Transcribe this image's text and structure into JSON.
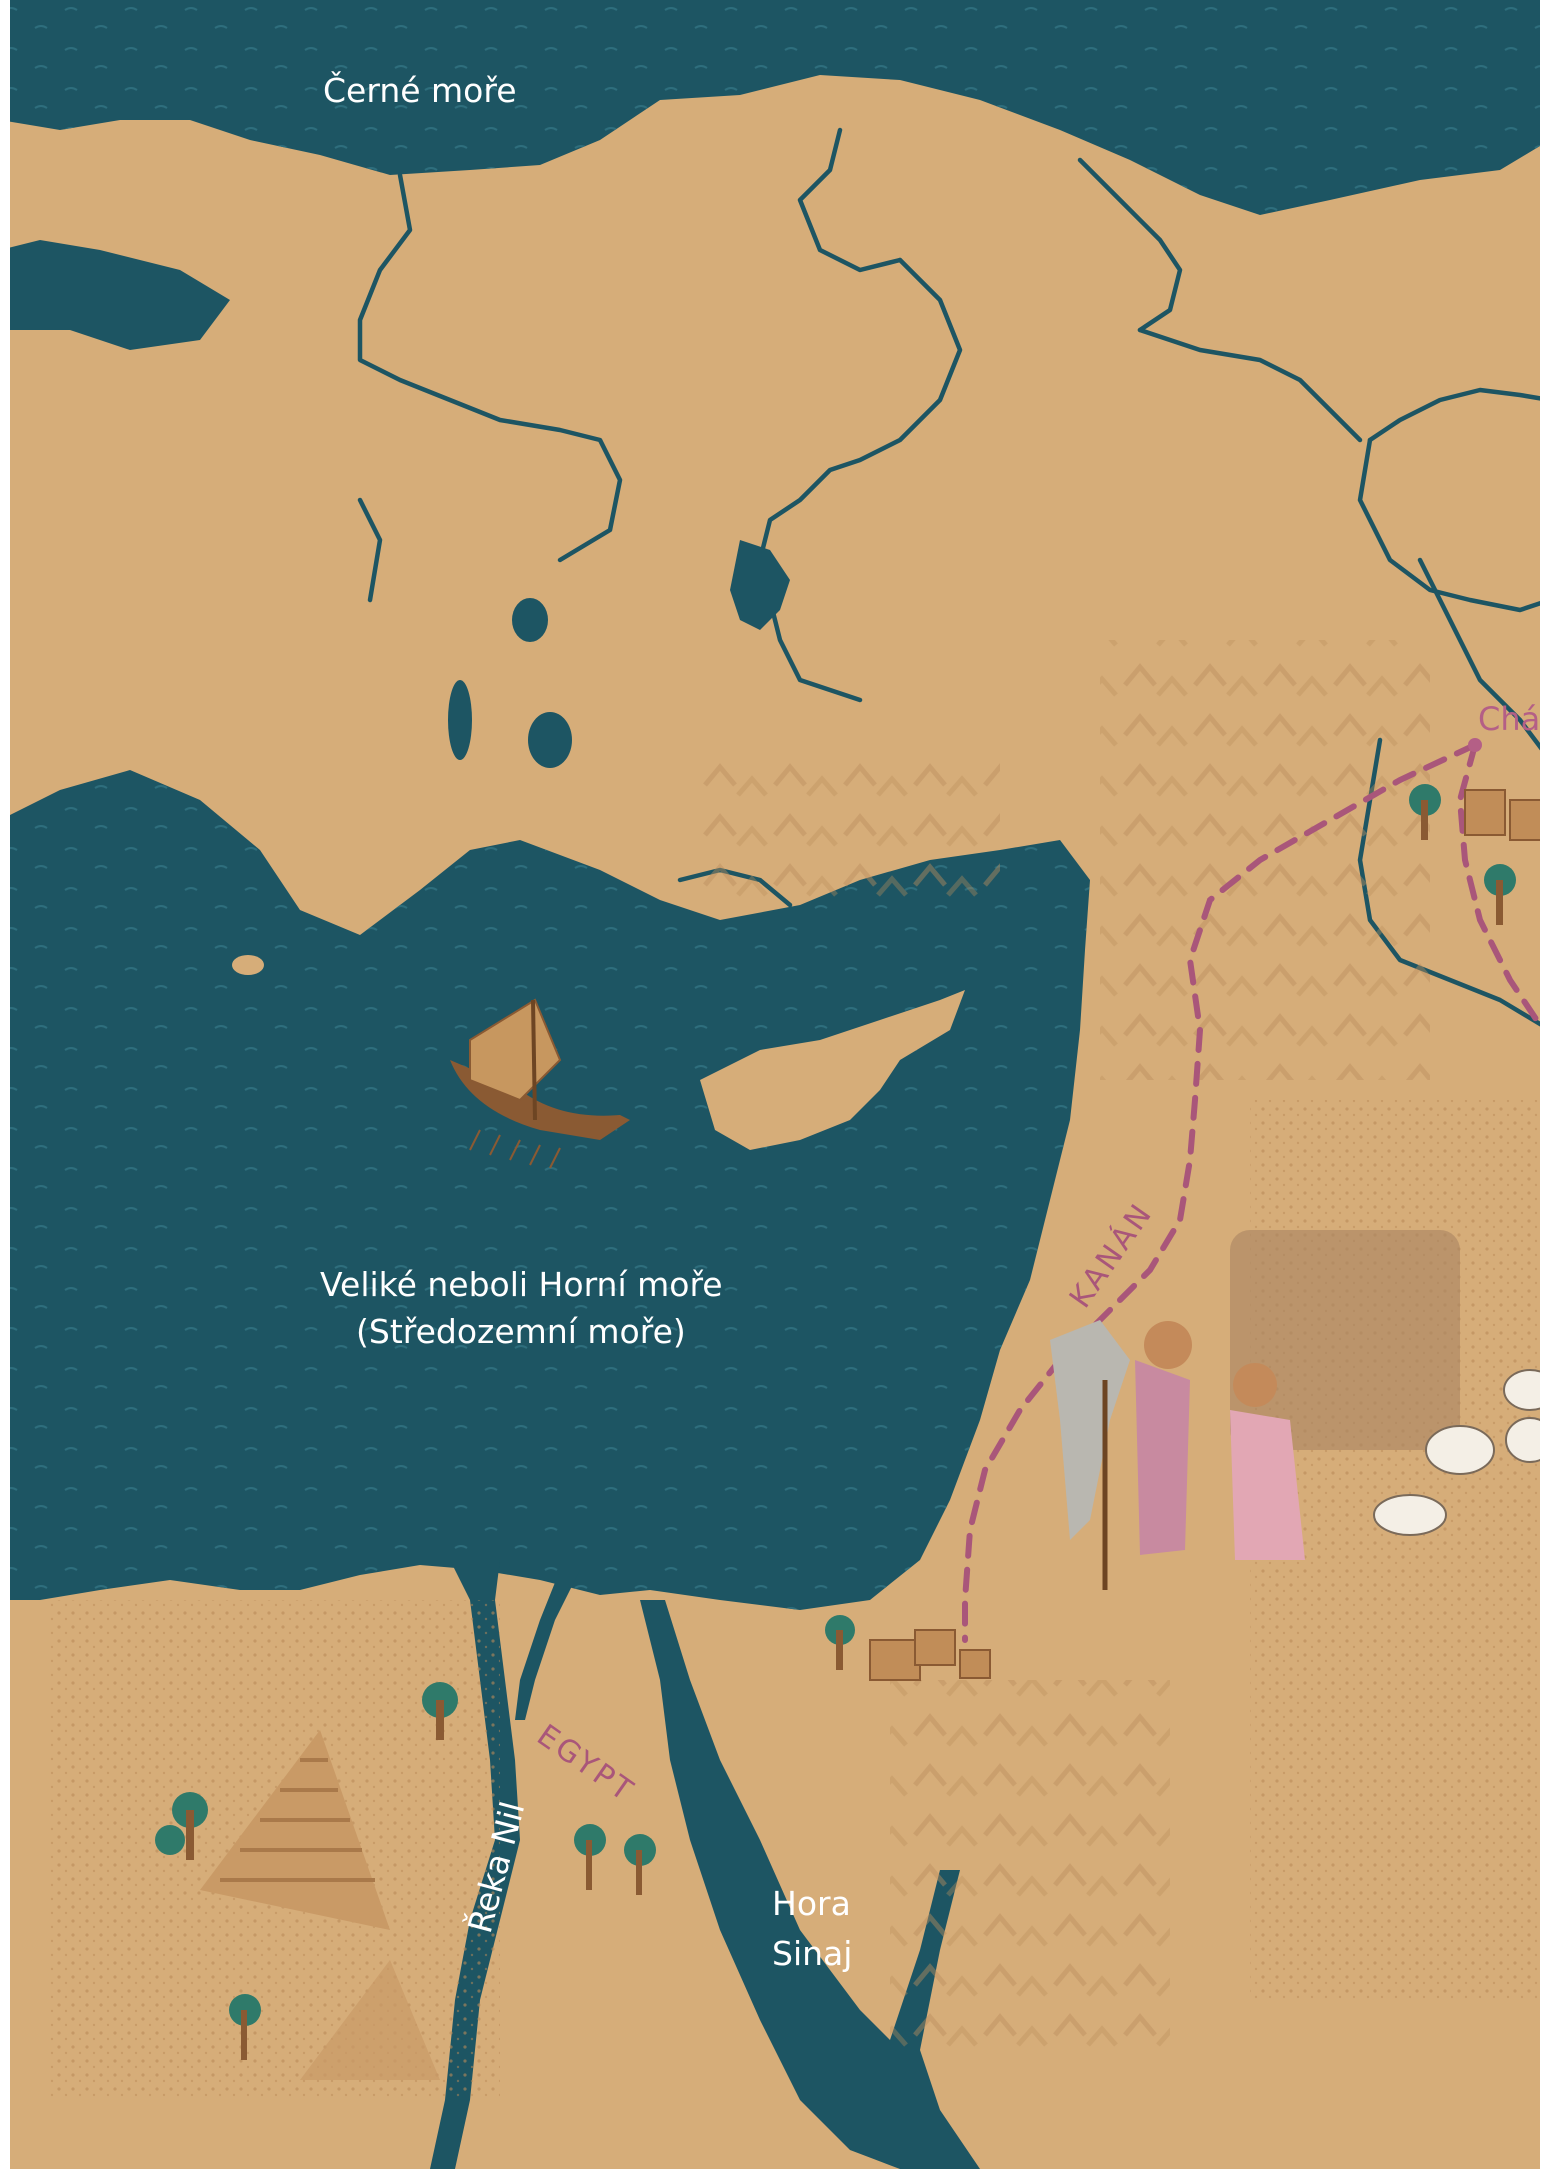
{
  "labels": {
    "black_sea": "Černé moře",
    "mediterranean_line1": "Veliké neboli Horní moře",
    "mediterranean_line2": "(Středozemní moře)",
    "canaan": "KANÁN",
    "egypt": "EGYPT",
    "nile": "Řeka Nil",
    "sinai_line1": "Hora",
    "sinai_line2": "Sinaj",
    "haran": "Chá"
  },
  "colors": {
    "sea": "#1d5563",
    "land": "#d6ad79",
    "land_shade": "#c99a66",
    "route": "#a9567a",
    "white_label": "#ffffff"
  },
  "icons": [
    "ship-icon",
    "pyramid-icon",
    "palm-tree-icon",
    "village-icon",
    "sheep-icon",
    "travelers-illustration"
  ]
}
